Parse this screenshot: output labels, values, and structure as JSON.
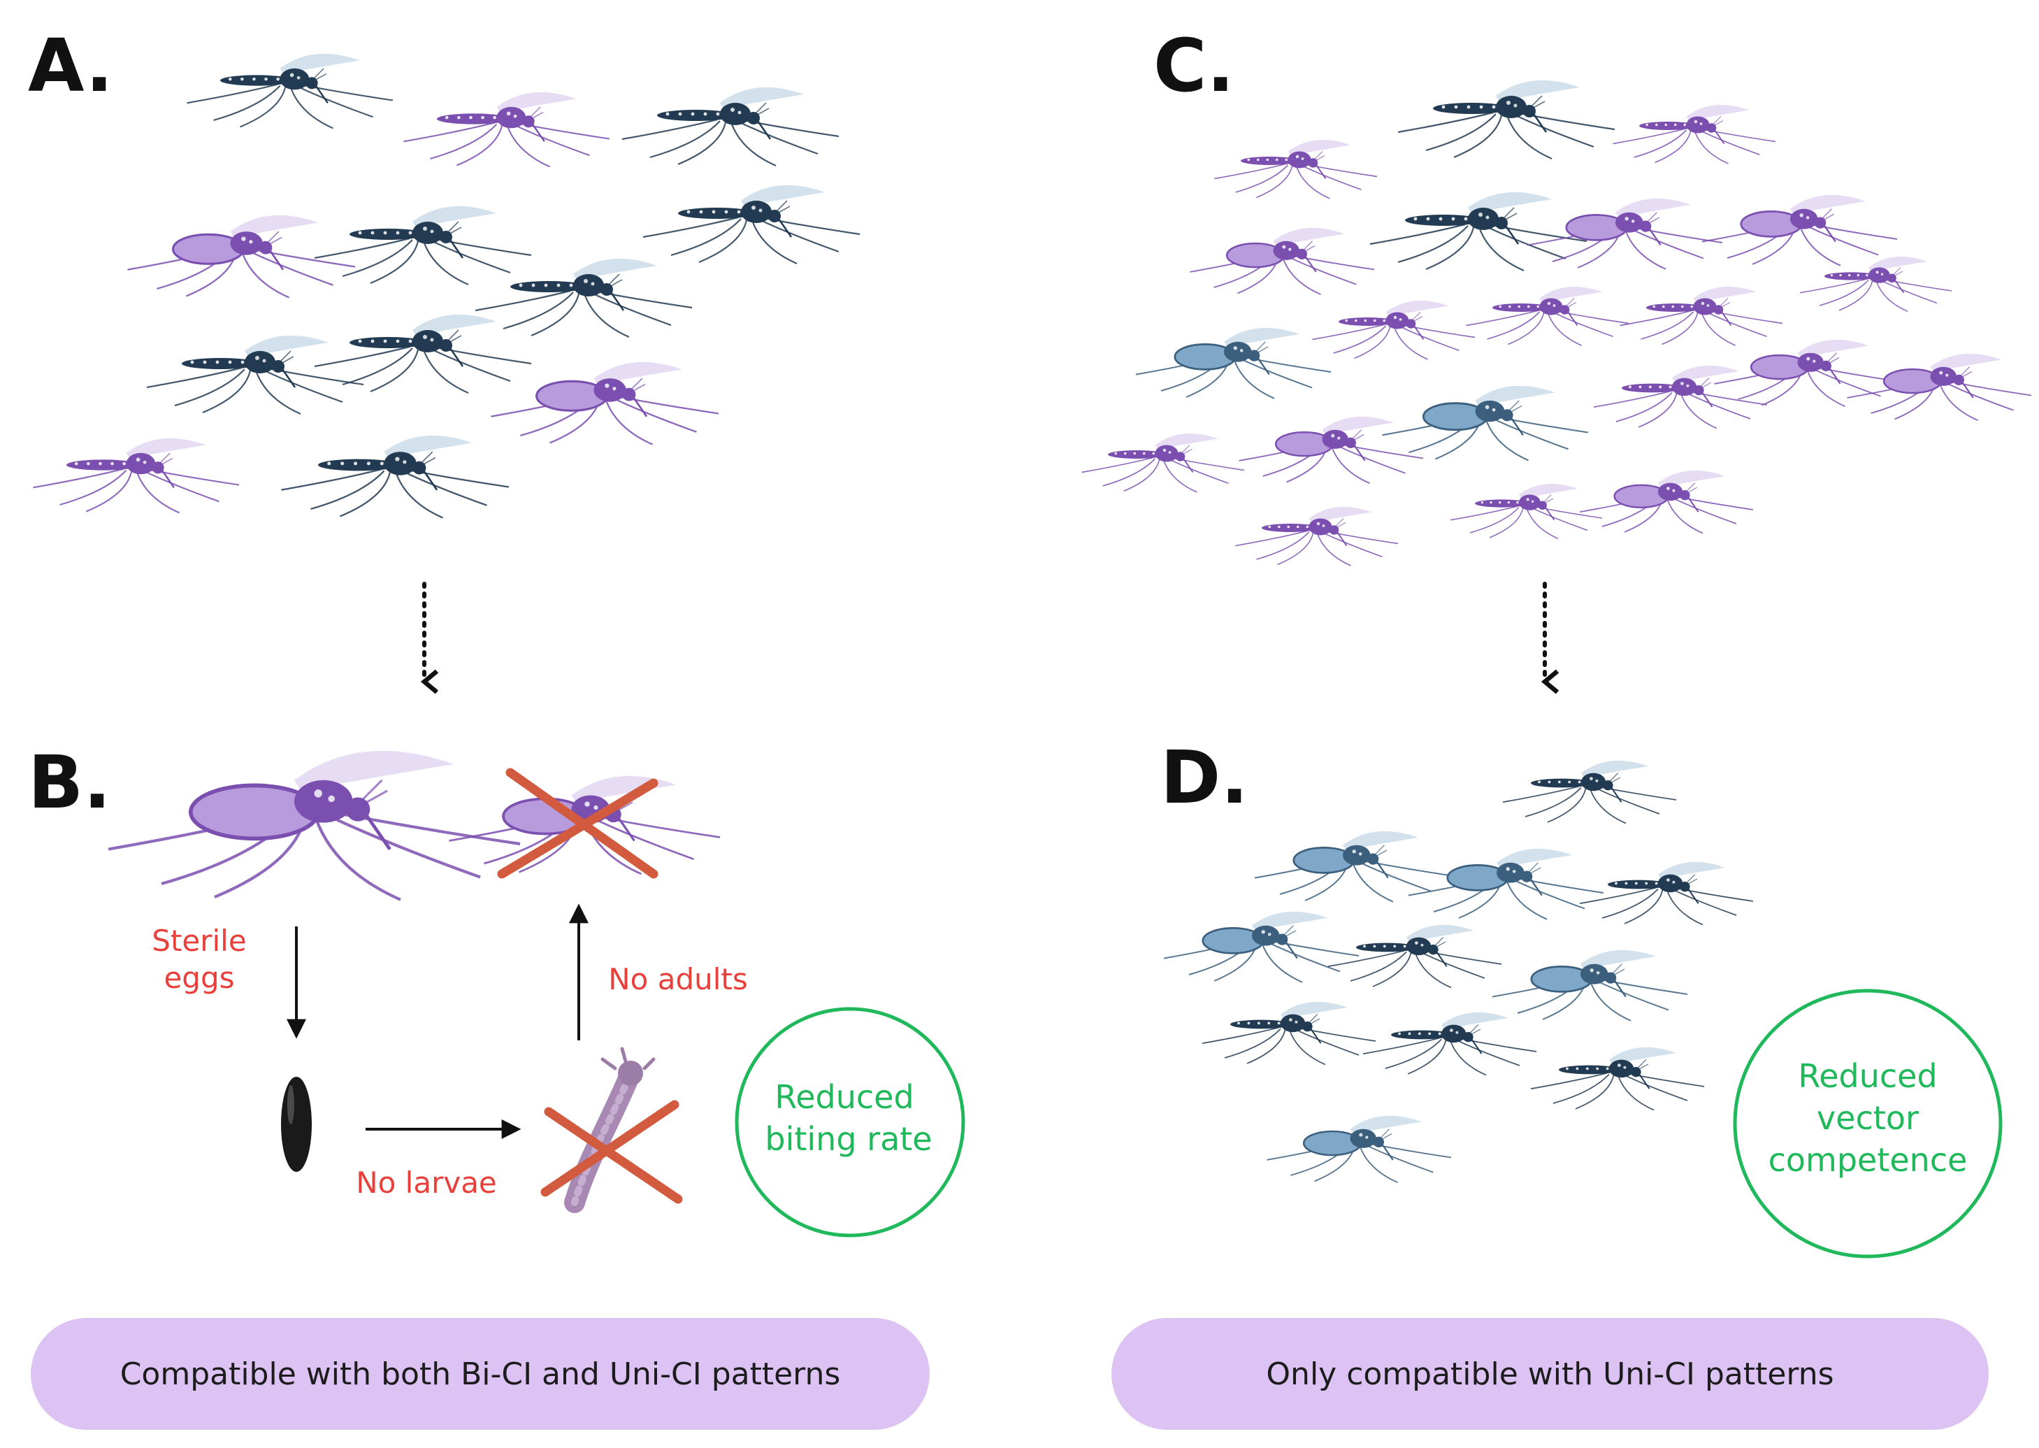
{
  "panels": {
    "a": {
      "label": "A."
    },
    "b": {
      "label": "B."
    },
    "c": {
      "label": "C."
    },
    "d": {
      "label": "D."
    }
  },
  "cycle": {
    "sterile_eggs": [
      "Sterile",
      "eggs"
    ],
    "no_larvae": "No larvae",
    "no_adults": "No adults"
  },
  "outcomes": {
    "b": [
      "Reduced",
      "biting rate"
    ],
    "d": [
      "Reduced",
      "vector",
      "competence"
    ]
  },
  "banners": {
    "left": "Compatible with both Bi-CI and Uni-CI patterns",
    "right": "Only compatible with Uni-CI patterns"
  },
  "colors": {
    "wild_mosquito": "#223b52",
    "infected_mosquito": "#7b4fb0",
    "infected_mosquito_light": "#b79bdc",
    "treated_mosquito": "#3c5f7e",
    "red_text": "#e8413c",
    "green_circle": "#1fb85a",
    "banner_fill": "#dcc3f3"
  }
}
